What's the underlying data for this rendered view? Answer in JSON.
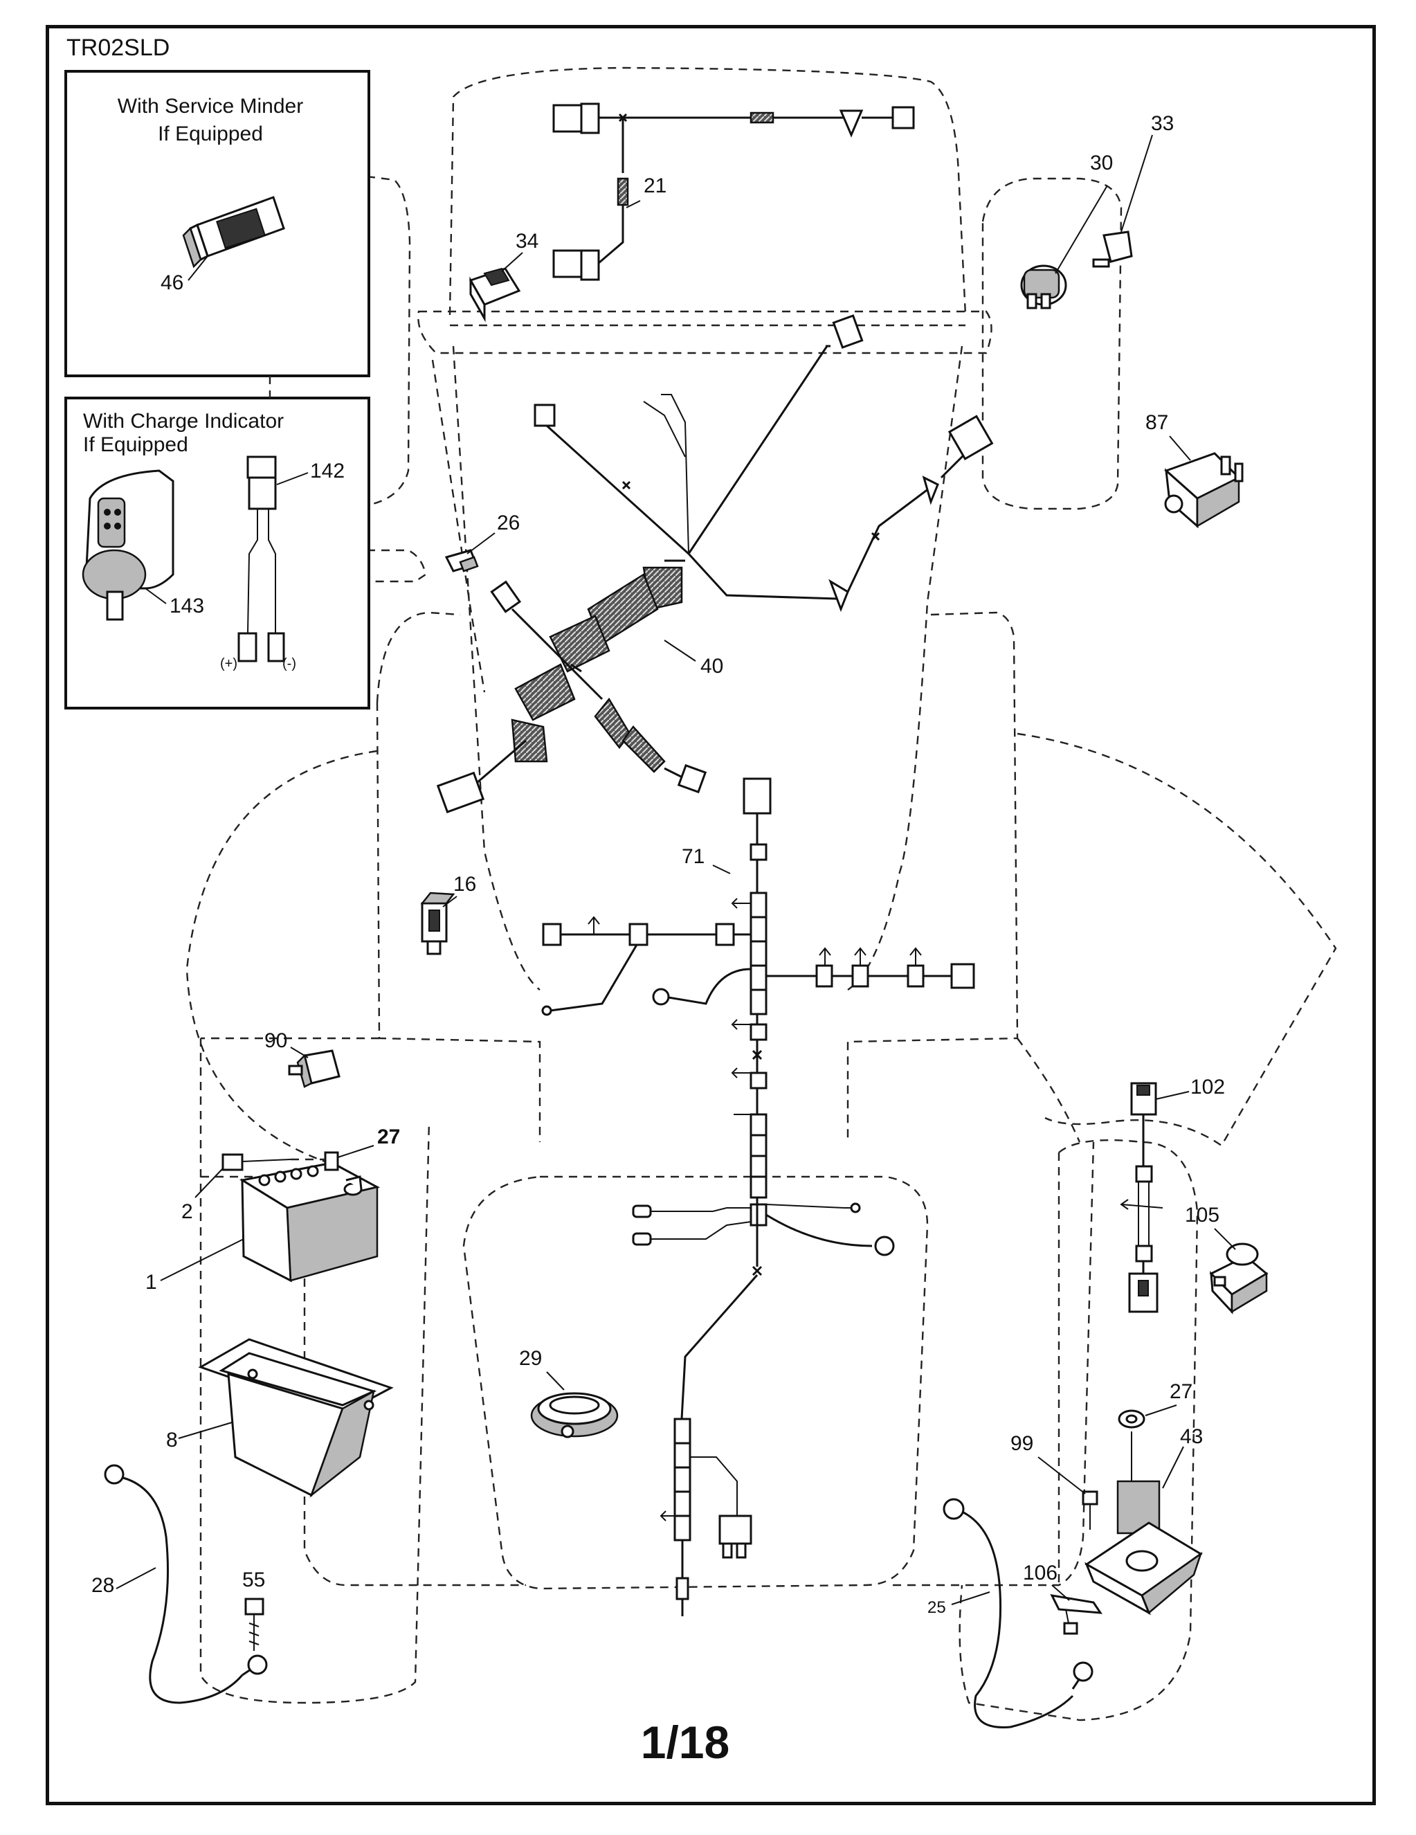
{
  "diagram": {
    "model_code": "TR02SLD",
    "page_number": "1/18",
    "insets": [
      {
        "title_line1": "With Service Minder",
        "title_line2": "If Equipped",
        "part_label": "46"
      },
      {
        "title_line1": "With Charge Indicator",
        "title_line2": "If Equipped",
        "part_labels": [
          "142",
          "143"
        ],
        "polarity_pos": "(+)",
        "polarity_neg": "(-)"
      }
    ],
    "callouts": {
      "c21": "21",
      "c34": "34",
      "c30": "30",
      "c33": "33",
      "c87": "87",
      "c26": "26",
      "c40": "40",
      "c71": "71",
      "c16": "16",
      "c90": "90",
      "c27a": "27",
      "c2": "2",
      "c1": "1",
      "c8": "8",
      "c28": "28",
      "c55": "55",
      "c29": "29",
      "c102": "102",
      "c105": "105",
      "c27b": "27",
      "c43": "43",
      "c99": "99",
      "c106": "106",
      "c25": "25"
    }
  }
}
